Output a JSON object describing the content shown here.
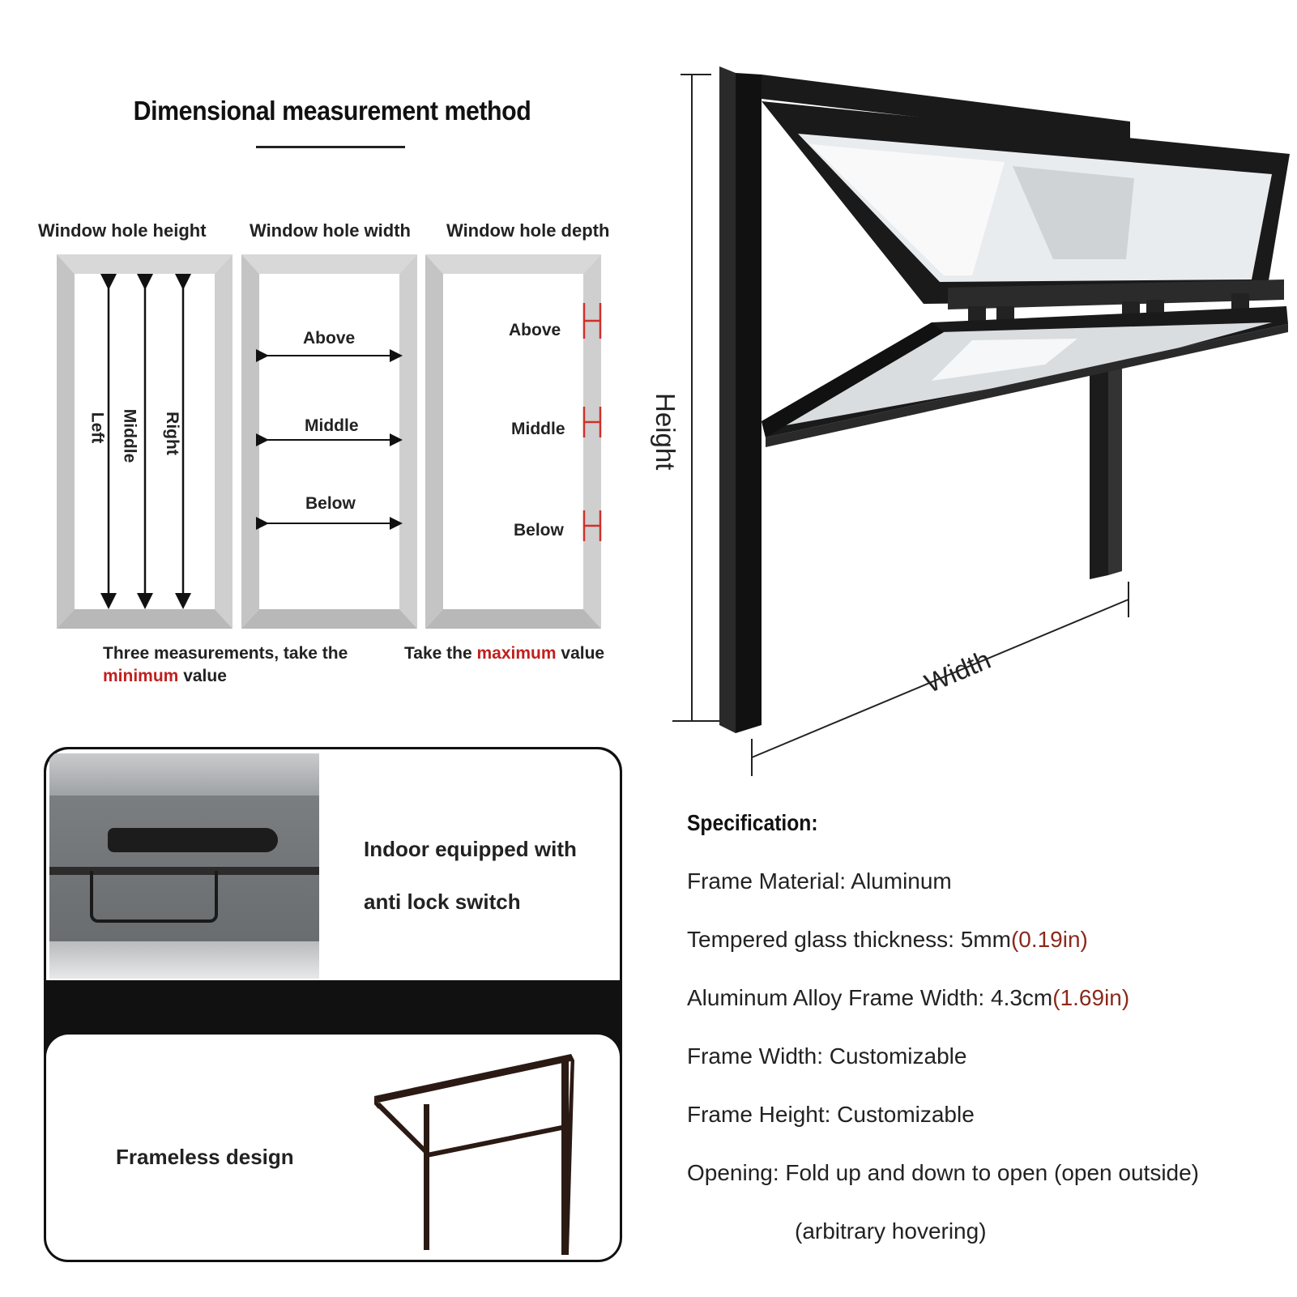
{
  "measurement": {
    "title": "Dimensional measurement method",
    "columns": [
      {
        "heading": "Window hole height",
        "labels": [
          "Left",
          "Middle",
          "Right"
        ]
      },
      {
        "heading": "Window hole width",
        "labels": [
          "Above",
          "Middle",
          "Below"
        ]
      },
      {
        "heading": "Window hole depth",
        "labels": [
          "Above",
          "Middle",
          "Below"
        ]
      }
    ],
    "note_left_main": "Three measurements, take the",
    "note_left_highlight": "minimum",
    "note_left_tail": "value",
    "note_right_pre": "Take the",
    "note_right_highlight": "maximum",
    "note_right_tail": "value",
    "highlight_color": "#c0201e"
  },
  "diagram": {
    "height_label": "Height",
    "width_label": "Width"
  },
  "features": [
    {
      "text_line1": "Indoor equipped with",
      "text_line2": "anti lock switch",
      "image": "window-handle-photo"
    },
    {
      "text_line1": "Frameless design",
      "image": "frame-render"
    }
  ],
  "specification": {
    "title": "Specification:",
    "items": [
      {
        "text": "Frame Material: Aluminum",
        "paren": ""
      },
      {
        "text": "Tempered glass thickness: 5mm",
        "paren": "(0.19in)"
      },
      {
        "text": "Aluminum Alloy Frame Width: 4.3cm",
        "paren": "(1.69in)"
      },
      {
        "text": "Frame Width: Customizable",
        "paren": ""
      },
      {
        "text": "Frame Height: Customizable",
        "paren": ""
      },
      {
        "text": "Opening: Fold up and down to open (open outside)",
        "paren": ""
      }
    ],
    "continuation": "(arbitrary hovering)",
    "paren_color": "#8a2a1c"
  }
}
